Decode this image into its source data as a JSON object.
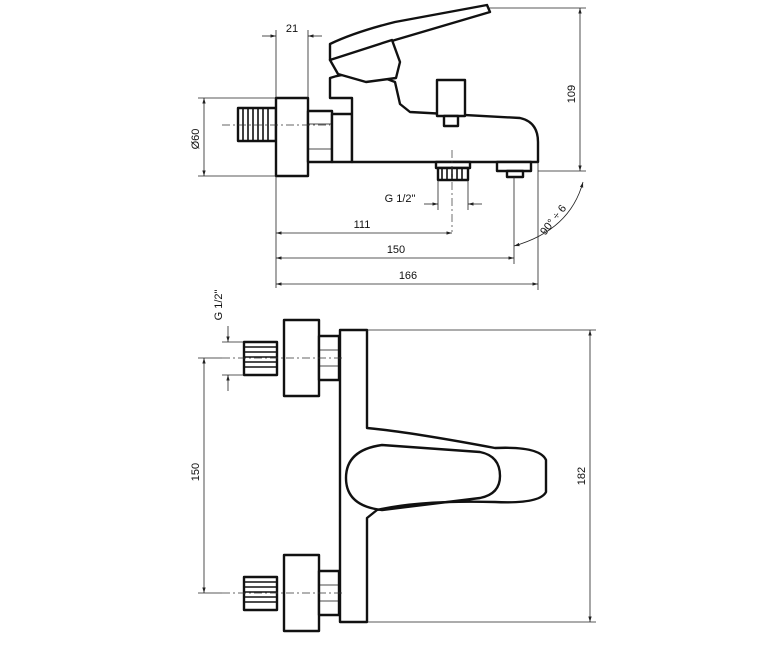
{
  "dimensions": {
    "width_21": "21",
    "height_109": "109",
    "diameter_60": "Ø60",
    "thread_top": "G 1/2\"",
    "length_111": "111",
    "length_150_top": "150",
    "length_166": "166",
    "angle": "90° ÷ 6",
    "thread_side": "G 1/2\"",
    "spacing_150": "150",
    "height_182": "182"
  }
}
